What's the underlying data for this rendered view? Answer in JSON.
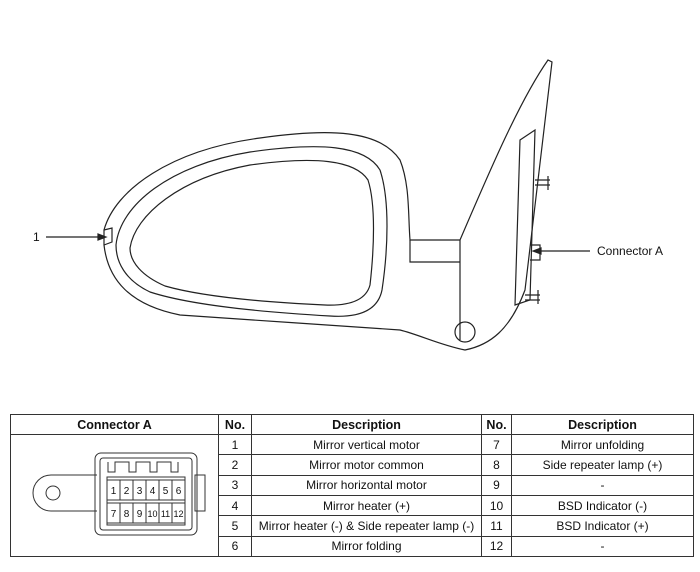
{
  "callouts": {
    "part_1": "1",
    "connector": "Connector A"
  },
  "table": {
    "headers": [
      "Connector A",
      "No.",
      "Description",
      "No.",
      "Description"
    ],
    "pin_labels": [
      "1",
      "2",
      "3",
      "4",
      "5",
      "6",
      "7",
      "8",
      "9",
      "10",
      "11",
      "12"
    ],
    "rows": [
      {
        "no_a": "1",
        "desc_a": "Mirror vertical motor",
        "no_b": "7",
        "desc_b": "Mirror unfolding"
      },
      {
        "no_a": "2",
        "desc_a": "Mirror motor common",
        "no_b": "8",
        "desc_b": "Side repeater lamp (+)"
      },
      {
        "no_a": "3",
        "desc_a": "Mirror horizontal motor",
        "no_b": "9",
        "desc_b": "-"
      },
      {
        "no_a": "4",
        "desc_a": "Mirror heater (+)",
        "no_b": "10",
        "desc_b": "BSD Indicator (-)"
      },
      {
        "no_a": "5",
        "desc_a": "Mirror heater (-) & Side repeater lamp (-)",
        "no_b": "11",
        "desc_b": "BSD Indicator (+)"
      },
      {
        "no_a": "6",
        "desc_a": "Mirror folding",
        "no_b": "12",
        "desc_b": "-"
      }
    ]
  }
}
